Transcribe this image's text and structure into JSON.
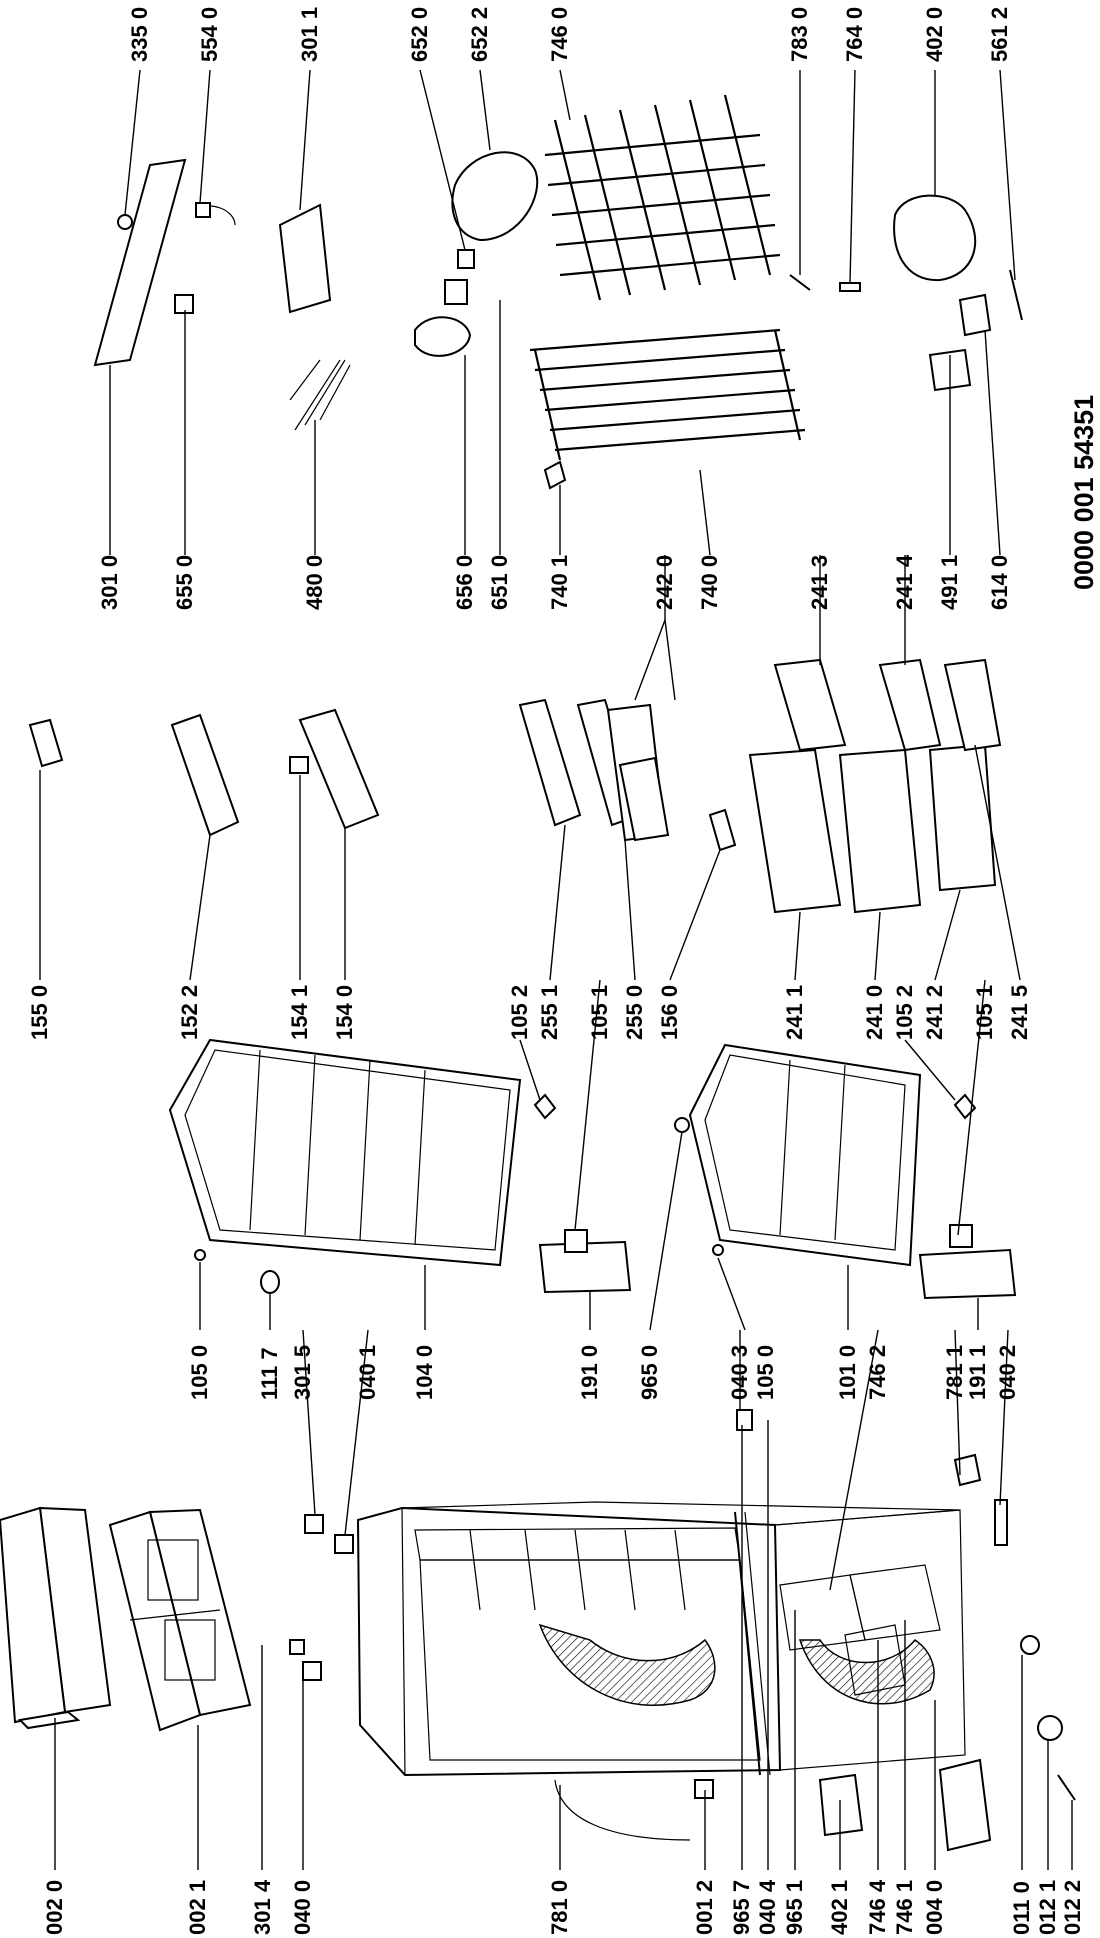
{
  "document_number": "0000 001 54351",
  "part_labels": [
    "002 0",
    "002 1",
    "301 4",
    "040 0",
    "781 0",
    "001 2",
    "965 7",
    "040 4",
    "965 1",
    "402 1",
    "746 4",
    "746 1",
    "004 0",
    "011 0",
    "012 1",
    "012 2",
    "105 0",
    "111 7",
    "301 5",
    "040 1",
    "104 0",
    "191 0",
    "965 0",
    "040 3",
    "105 0",
    "101 0",
    "746 2",
    "781 1",
    "191 1",
    "040 2",
    "155 0",
    "152 2",
    "154 1",
    "154 0",
    "105 2",
    "255 1",
    "105 1",
    "255 0",
    "156 0",
    "241 1",
    "241 0",
    "105 2",
    "241 2",
    "105 1",
    "241 5",
    "301 0",
    "655 0",
    "480 0",
    "656 0",
    "651 0",
    "740 1",
    "242 0",
    "740 0",
    "241 3",
    "241 4",
    "491 1",
    "614 0",
    "335 0",
    "554 0",
    "301 1",
    "652 0",
    "652 2",
    "746 0",
    "783 0",
    "764 0",
    "402 0",
    "561 2"
  ]
}
